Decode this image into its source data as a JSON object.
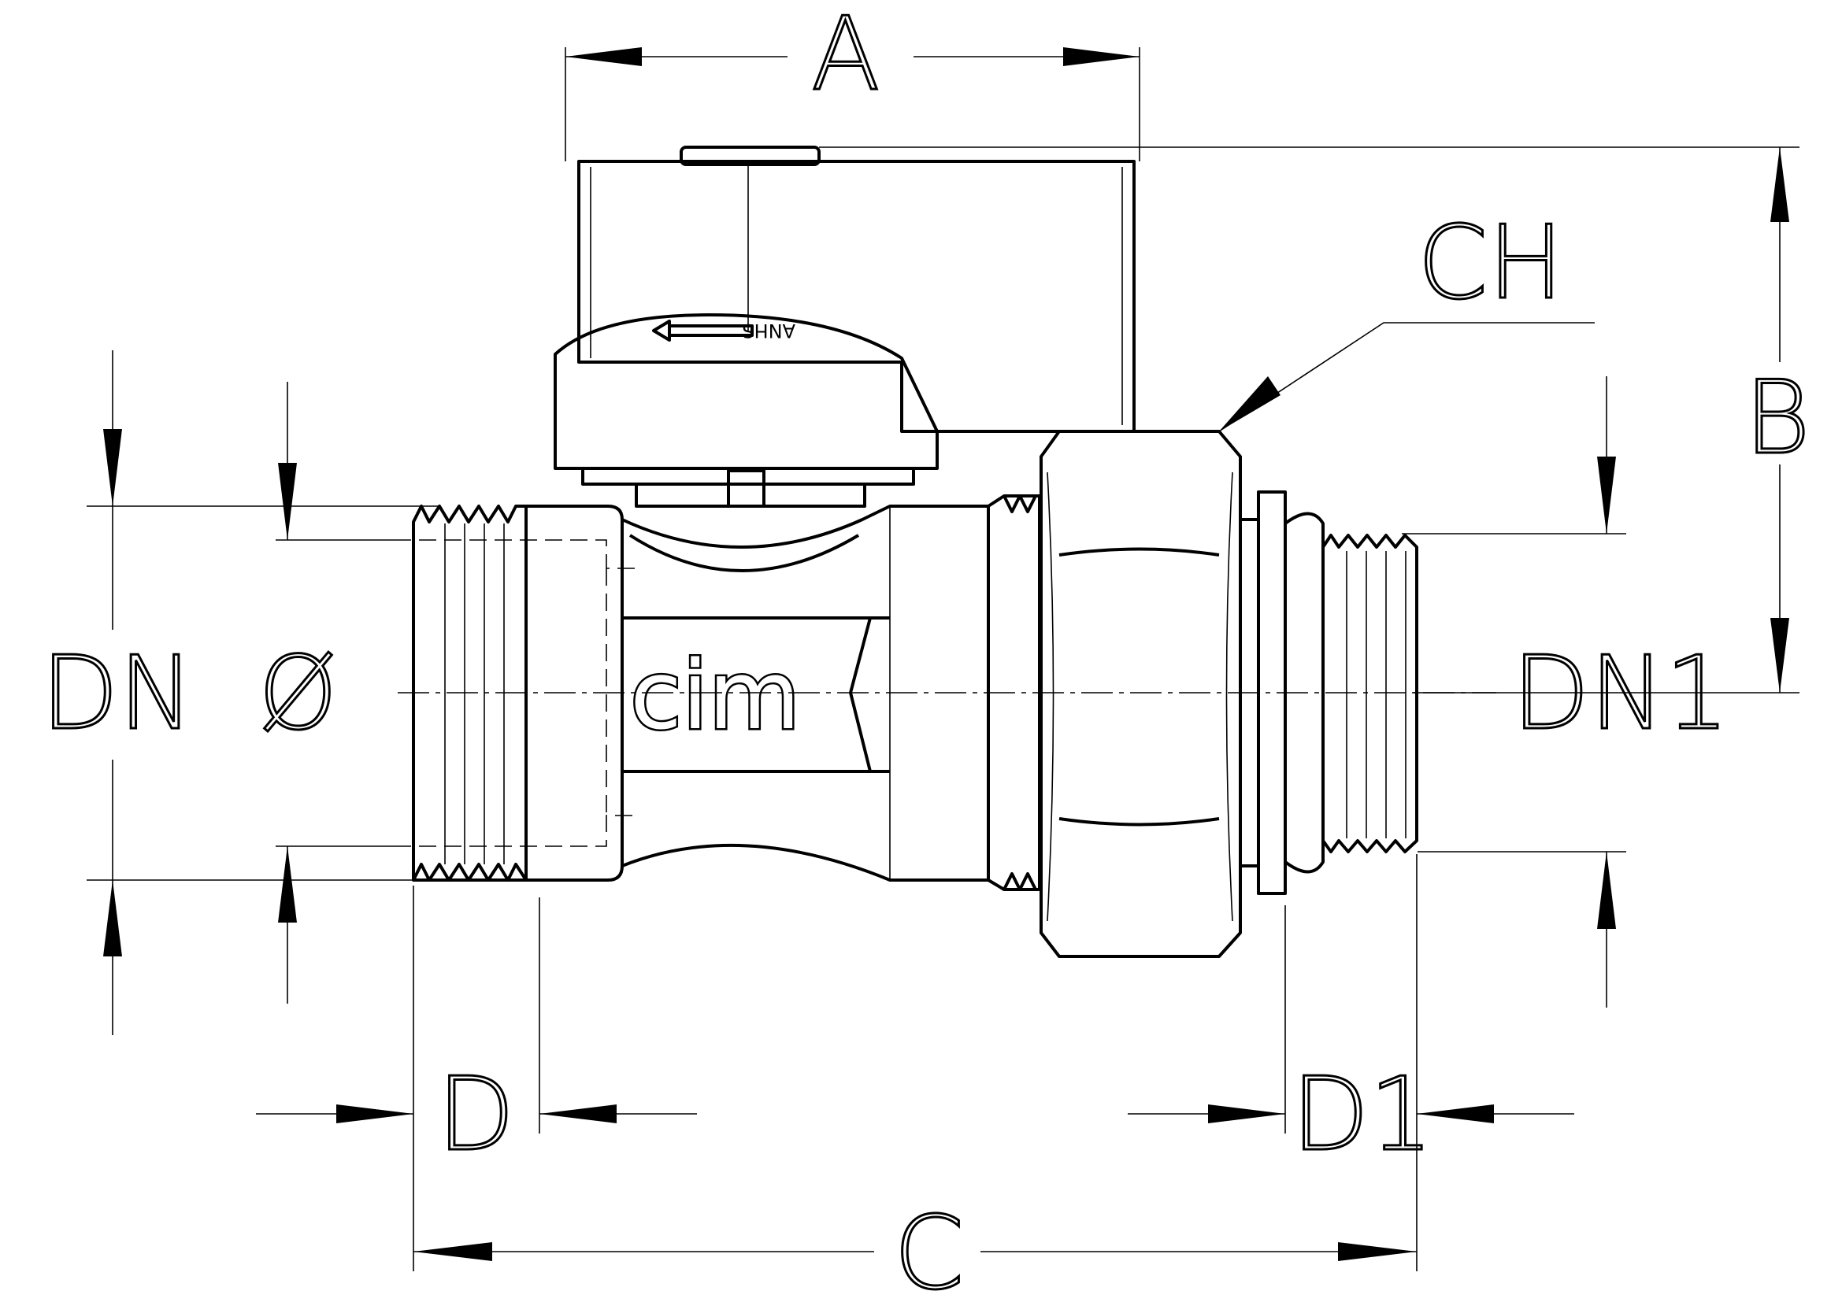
{
  "dimension_labels": {
    "A": "A",
    "B": "B",
    "C": "C",
    "CH": "CH",
    "D": "D",
    "D1": "D1",
    "DN": "DN",
    "diameter": "Ø",
    "DN1": "DN1"
  },
  "brand_logo": "cim",
  "lever_marking": "ANHS",
  "colors": {
    "line": "#000000",
    "background": "#ffffff"
  }
}
